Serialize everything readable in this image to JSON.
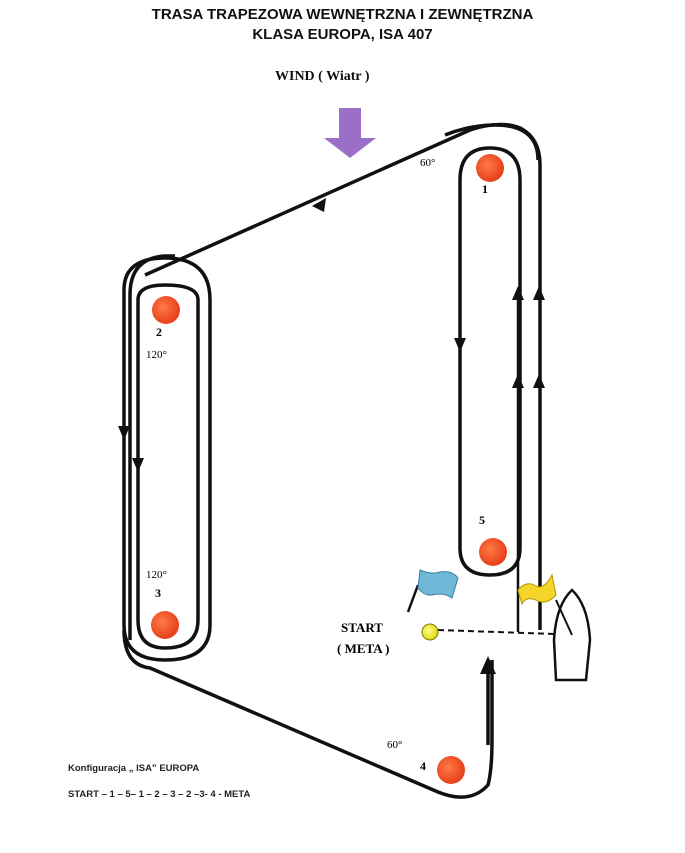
{
  "title": {
    "line1": "TRASA TRAPEZOWA WEWNĘTRZNA I ZEWNĘTRZNA",
    "line2": "KLASA EUROPA, ISA 407"
  },
  "wind": {
    "label": "WIND ( Wiatr )",
    "arrow_color": "#9b6fc7"
  },
  "marks": [
    {
      "id": "1",
      "label": "1",
      "color": "#e8401a"
    },
    {
      "id": "2",
      "label": "2",
      "color": "#e8401a"
    },
    {
      "id": "3",
      "label": "3",
      "color": "#e8401a"
    },
    {
      "id": "4",
      "label": "4",
      "color": "#e8401a"
    },
    {
      "id": "5",
      "label": "5",
      "color": "#e8401a"
    }
  ],
  "angles": {
    "mark1": "60°",
    "mark2": "120°",
    "mark3": "120°",
    "mark4": "60°"
  },
  "start": {
    "label": "START",
    "meta_label": "( META )",
    "pin_color": "#f2ec1a"
  },
  "flags": {
    "blue": "#6fb8d8",
    "yellow": "#f5d52a"
  },
  "footer": {
    "configuration": "Konfiguracja  „ ISA”  EUROPA",
    "sequence": "START  – 1 – 5– 1 – 2 – 3 – 2 –3- 4 - META"
  }
}
